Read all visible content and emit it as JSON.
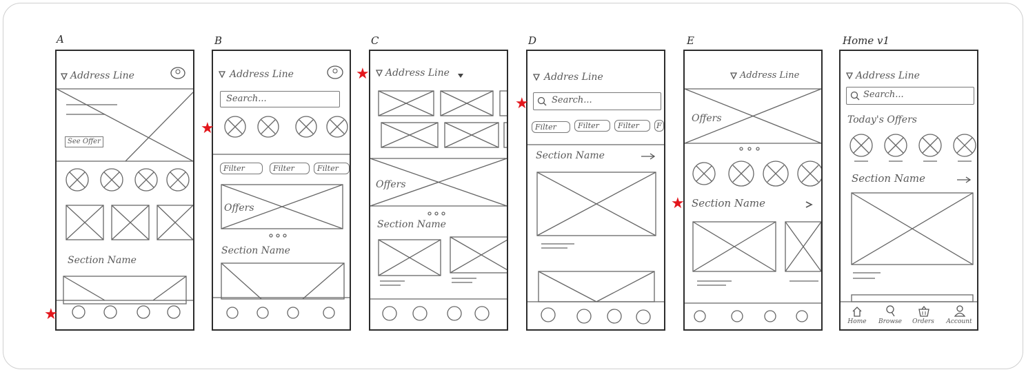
{
  "frames": {
    "a": {
      "label": "A",
      "address": "Address Line",
      "see_offer": "See Offer",
      "section": "Section Name"
    },
    "b": {
      "label": "B",
      "address": "Address Line",
      "search": "Search...",
      "filters": [
        "Filter",
        "Filter",
        "Filter"
      ],
      "offers": "Offers",
      "section": "Section Name"
    },
    "c": {
      "label": "C",
      "address": "Address Line",
      "offers": "Offers",
      "section": "Section Name"
    },
    "d": {
      "label": "D",
      "address": "Addres Line",
      "search": "Search...",
      "filters": [
        "Filter",
        "Filter",
        "Filter",
        "F"
      ],
      "section": "Section Name"
    },
    "e": {
      "label": "E",
      "address": "Address Line",
      "offers": "Offers",
      "section": "Section Name"
    },
    "home": {
      "label": "Home v1",
      "address": "Address Line",
      "search": "Search...",
      "todays_offers": "Today's Offers",
      "section": "Section Name",
      "nav": [
        "Home",
        "Browse",
        "Orders",
        "Account"
      ]
    }
  },
  "colors": {
    "pencil": "#555555",
    "frame": "#2c2c2c",
    "star": "#e3161c",
    "border": "#cfcfcf"
  },
  "icons": [
    "location-pin-icon",
    "profile-icon",
    "search-icon",
    "arrow-right-icon",
    "dropdown-caret-icon",
    "home-icon",
    "browse-icon",
    "orders-icon",
    "account-icon",
    "star-icon"
  ]
}
